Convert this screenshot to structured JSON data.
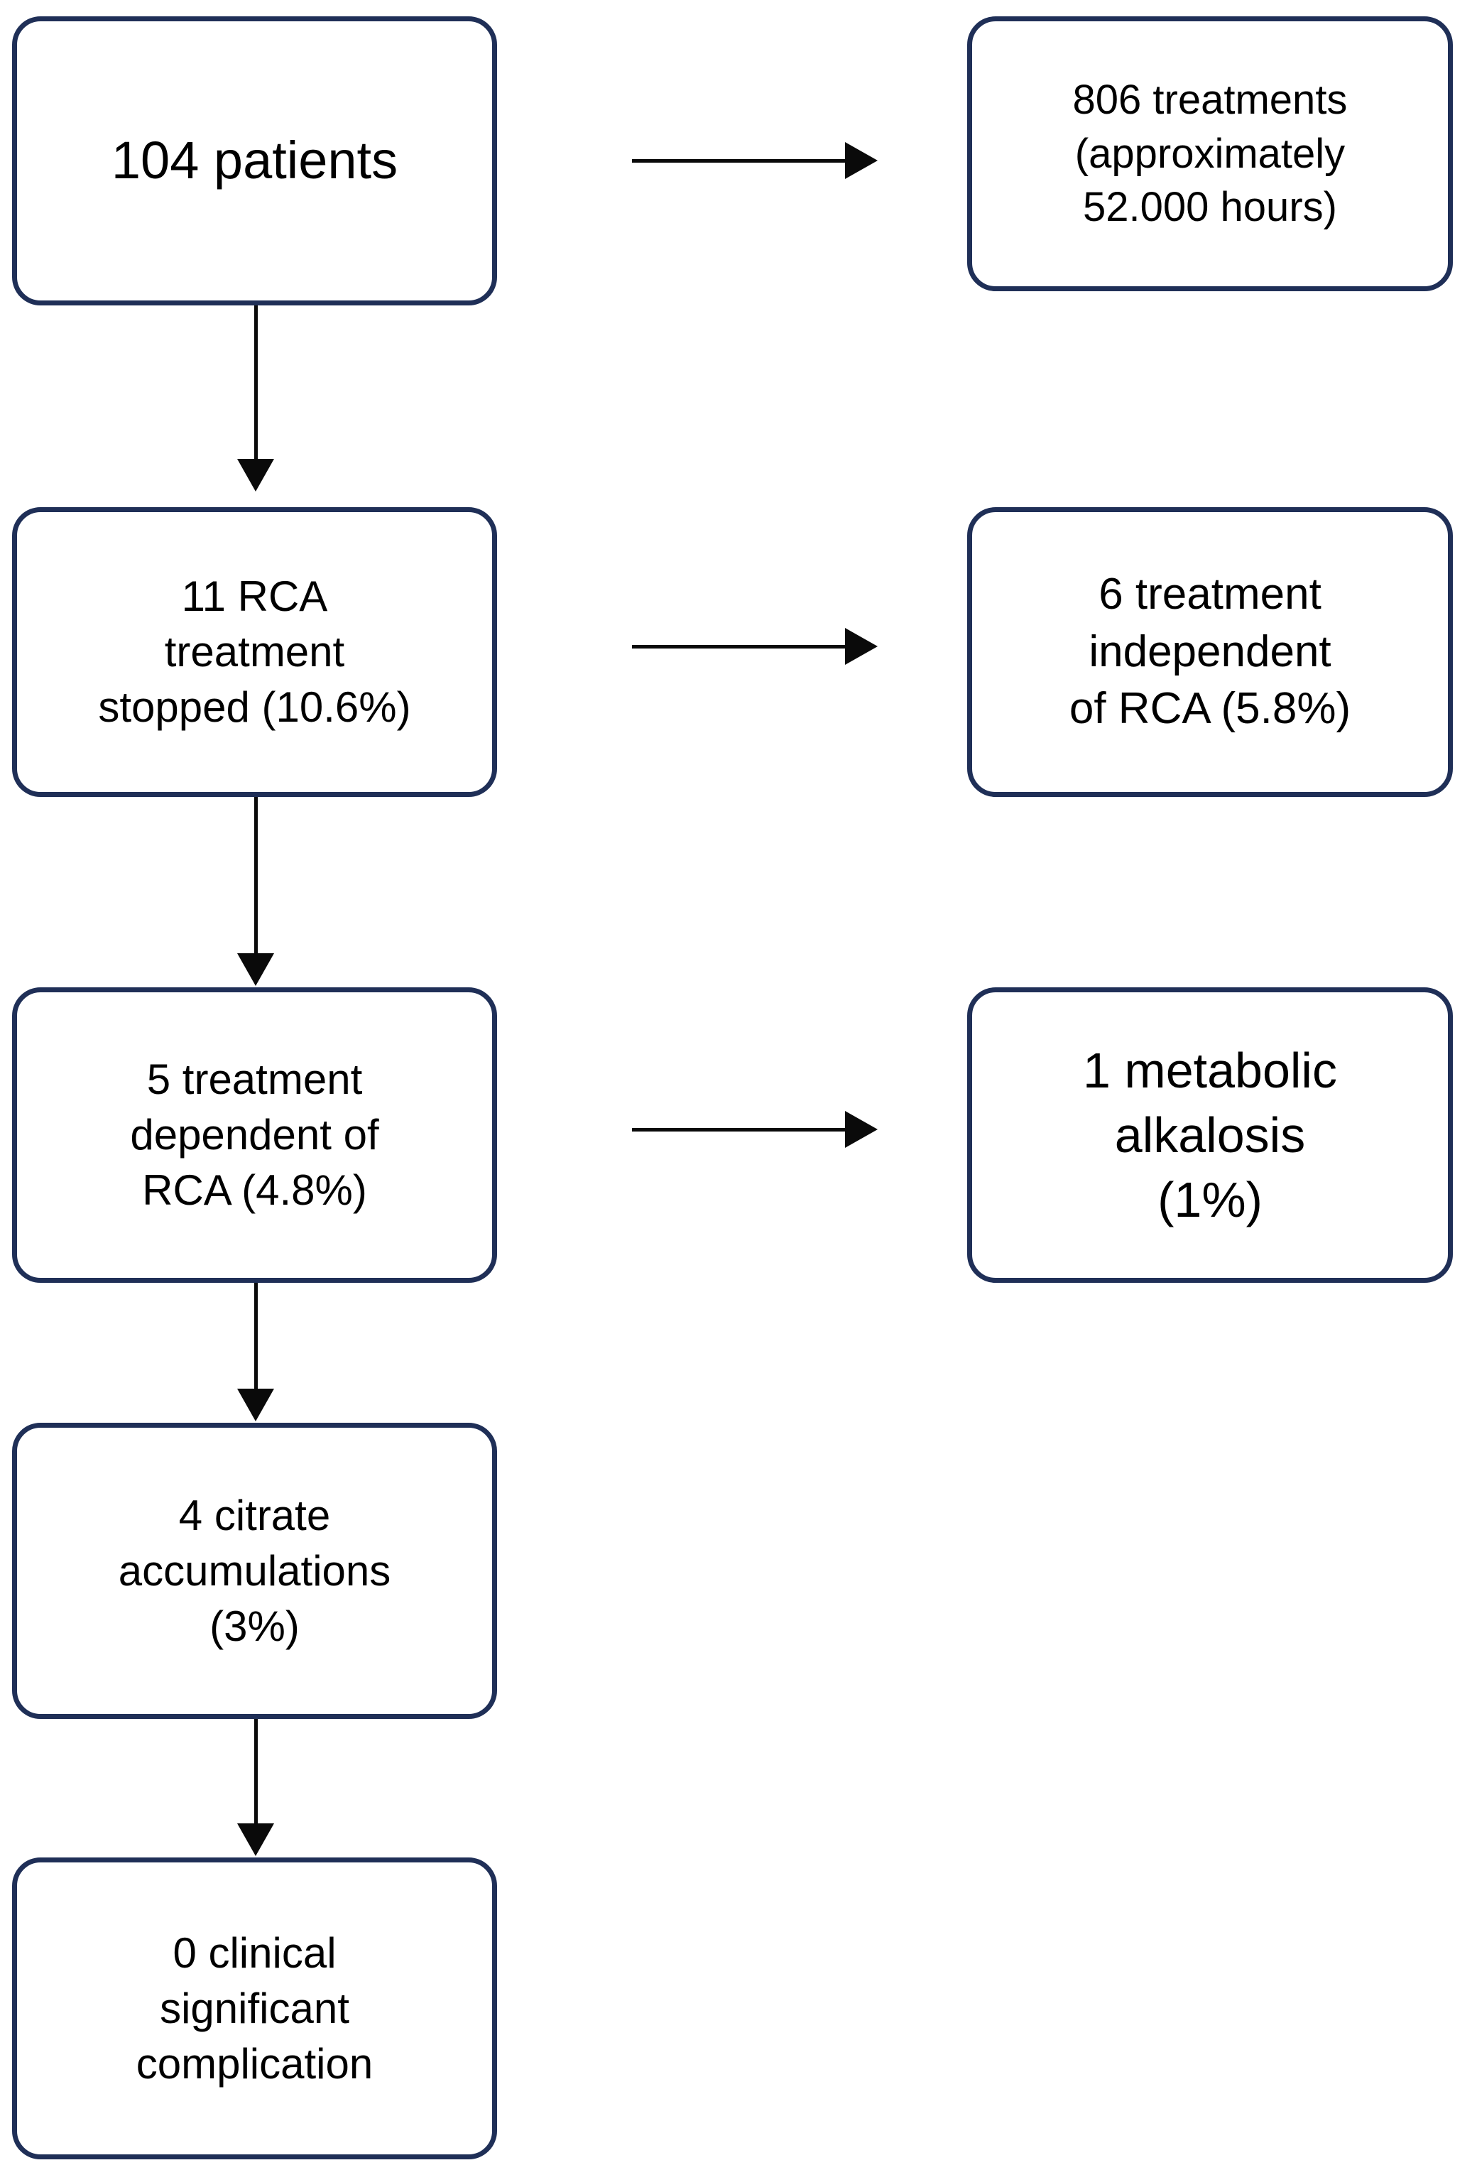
{
  "figure": {
    "type": "flowchart",
    "orientation": "vertical-with-side-branches",
    "box_border_color": "#1f2f57",
    "arrow_color": "#0a0a0a",
    "background_color": "#ffffff"
  },
  "nodes": {
    "patients": "104 patients",
    "treatments": "806 treatments (approximately 52.000 hours)",
    "rca_stopped": "11 RCA treatment stopped (10.6%)",
    "independent": "6 treatment independent of RCA (5.8%)",
    "dependent": "5 treatment dependent of RCA (4.8%)",
    "alkalosis": "1 metabolic alkalosis (1%)",
    "citrate": "4 citrate accumulations (3%)",
    "complication": "0 clinical significant complication"
  },
  "node_lines": {
    "patients": "104 patients",
    "treatments": "806 treatments\n(approximately\n52.000 hours)",
    "rca_stopped": "11 RCA\ntreatment\nstopped (10.6%)",
    "independent": "6 treatment\nindependent\nof RCA (5.8%)",
    "dependent": "5 treatment\ndependent of\nRCA (4.8%)",
    "alkalosis": "1 metabolic\nalkalosis\n(1%)",
    "citrate": "4 citrate\naccumulations\n(3%)",
    "complication": "0 clinical\nsignificant\ncomplication"
  },
  "edges": [
    {
      "name": "patients-to-treatments",
      "from": "patients",
      "to": "treatments",
      "direction": "right"
    },
    {
      "name": "patients-to-rca-stopped",
      "from": "patients",
      "to": "rca_stopped",
      "direction": "down"
    },
    {
      "name": "stopped-to-independent",
      "from": "rca_stopped",
      "to": "independent",
      "direction": "right"
    },
    {
      "name": "stopped-to-dependent",
      "from": "rca_stopped",
      "to": "dependent",
      "direction": "down"
    },
    {
      "name": "dependent-to-alkalosis",
      "from": "dependent",
      "to": "alkalosis",
      "direction": "right"
    },
    {
      "name": "dependent-to-citrate",
      "from": "dependent",
      "to": "citrate",
      "direction": "down"
    },
    {
      "name": "citrate-to-complication",
      "from": "citrate",
      "to": "complication",
      "direction": "down"
    }
  ]
}
